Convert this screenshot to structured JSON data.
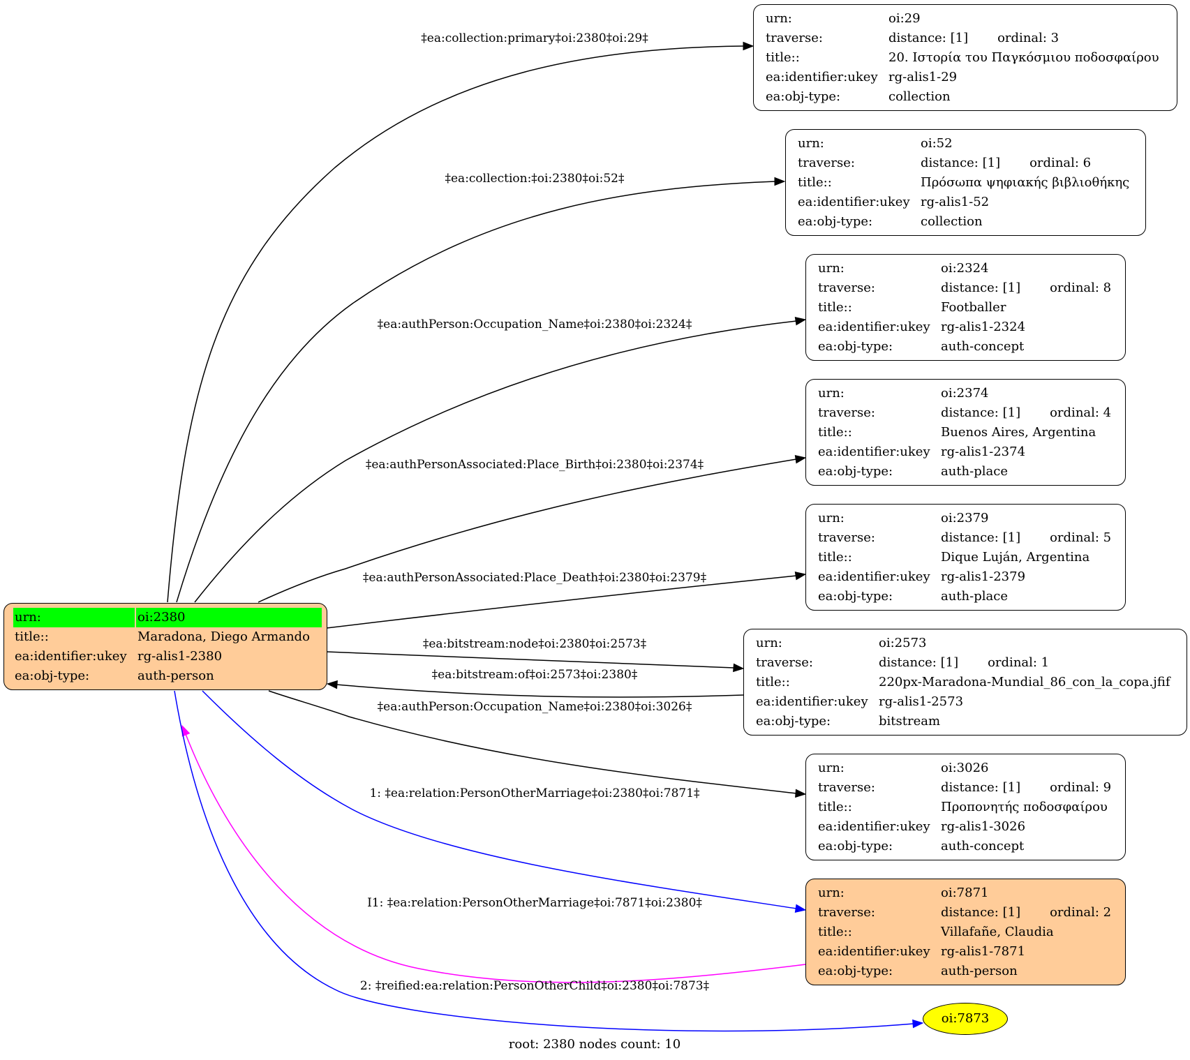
{
  "colors": {
    "root_fill": "#ffcc99",
    "highlight": "#00ff00",
    "default_node": "#ffffff",
    "leaf_ellipse": "#ffff00",
    "edge_default": "#000000",
    "edge_relation": "#0000ff",
    "edge_inverse": "#ff00ff"
  },
  "root": {
    "urn_key": "urn:",
    "urn": "oi:2380",
    "title_key": "title::",
    "title": "Maradona, Diego Armando",
    "ukey_key": "ea:identifier:ukey",
    "ukey": "rg-alis1-2380",
    "type_key": "ea:obj-type:",
    "type": "auth-person"
  },
  "nodes": [
    {
      "urn_key": "urn:",
      "urn": "oi:29",
      "traverse_key": "traverse:",
      "distance": "distance: [1]",
      "ordinal": "ordinal: 3",
      "title_key": "title::",
      "title": "20. Ιστορία του Παγκόσμιου ποδοσφαίρου",
      "ukey_key": "ea:identifier:ukey",
      "ukey": "rg-alis1-29",
      "type_key": "ea:obj-type:",
      "type": "collection"
    },
    {
      "urn_key": "urn:",
      "urn": "oi:52",
      "traverse_key": "traverse:",
      "distance": "distance: [1]",
      "ordinal": "ordinal: 6",
      "title_key": "title::",
      "title": "Πρόσωπα ψηφιακής βιβλιοθήκης",
      "ukey_key": "ea:identifier:ukey",
      "ukey": "rg-alis1-52",
      "type_key": "ea:obj-type:",
      "type": "collection"
    },
    {
      "urn_key": "urn:",
      "urn": "oi:2324",
      "traverse_key": "traverse:",
      "distance": "distance: [1]",
      "ordinal": "ordinal: 8",
      "title_key": "title::",
      "title": "Footballer",
      "ukey_key": "ea:identifier:ukey",
      "ukey": "rg-alis1-2324",
      "type_key": "ea:obj-type:",
      "type": "auth-concept"
    },
    {
      "urn_key": "urn:",
      "urn": "oi:2374",
      "traverse_key": "traverse:",
      "distance": "distance: [1]",
      "ordinal": "ordinal: 4",
      "title_key": "title::",
      "title": "Buenos Aires, Argentina",
      "ukey_key": "ea:identifier:ukey",
      "ukey": "rg-alis1-2374",
      "type_key": "ea:obj-type:",
      "type": "auth-place"
    },
    {
      "urn_key": "urn:",
      "urn": "oi:2379",
      "traverse_key": "traverse:",
      "distance": "distance: [1]",
      "ordinal": "ordinal: 5",
      "title_key": "title::",
      "title": "Dique Luján, Argentina",
      "ukey_key": "ea:identifier:ukey",
      "ukey": "rg-alis1-2379",
      "type_key": "ea:obj-type:",
      "type": "auth-place"
    },
    {
      "urn_key": "urn:",
      "urn": "oi:2573",
      "traverse_key": "traverse:",
      "distance": "distance: [1]",
      "ordinal": "ordinal: 1",
      "title_key": "title::",
      "title": "220px-Maradona-Mundial_86_con_la_copa.jfif",
      "ukey_key": "ea:identifier:ukey",
      "ukey": "rg-alis1-2573",
      "type_key": "ea:obj-type:",
      "type": "bitstream"
    },
    {
      "urn_key": "urn:",
      "urn": "oi:3026",
      "traverse_key": "traverse:",
      "distance": "distance: [1]",
      "ordinal": "ordinal: 9",
      "title_key": "title::",
      "title": "Προπονητής ποδοσφαίρου",
      "ukey_key": "ea:identifier:ukey",
      "ukey": "rg-alis1-3026",
      "type_key": "ea:obj-type:",
      "type": "auth-concept"
    },
    {
      "urn_key": "urn:",
      "urn": "oi:7871",
      "traverse_key": "traverse:",
      "distance": "distance: [1]",
      "ordinal": "ordinal: 2",
      "title_key": "title::",
      "title": "Villafañe, Claudia",
      "ukey_key": "ea:identifier:ukey",
      "ukey": "rg-alis1-7871",
      "type_key": "ea:obj-type:",
      "type": "auth-person"
    }
  ],
  "leaf": {
    "label": "oi:7873"
  },
  "edges": [
    {
      "label": "‡ea:collection:primary‡oi:2380‡oi:29‡",
      "color": "#000000"
    },
    {
      "label": "‡ea:collection:‡oi:2380‡oi:52‡",
      "color": "#000000"
    },
    {
      "label": "‡ea:authPerson:Occupation_Name‡oi:2380‡oi:2324‡",
      "color": "#000000"
    },
    {
      "label": "‡ea:authPersonAssociated:Place_Birth‡oi:2380‡oi:2374‡",
      "color": "#000000"
    },
    {
      "label": "‡ea:authPersonAssociated:Place_Death‡oi:2380‡oi:2379‡",
      "color": "#000000"
    },
    {
      "label": "‡ea:bitstream:node‡oi:2380‡oi:2573‡",
      "color": "#000000"
    },
    {
      "label": "‡ea:bitstream:of‡oi:2573‡oi:2380‡",
      "color": "#000000"
    },
    {
      "label": "‡ea:authPerson:Occupation_Name‡oi:2380‡oi:3026‡",
      "color": "#000000"
    },
    {
      "label": "1: ‡ea:relation:PersonOtherMarriage‡oi:2380‡oi:7871‡",
      "color": "#0000ff"
    },
    {
      "label": "I1: ‡ea:relation:PersonOtherMarriage‡oi:7871‡oi:2380‡",
      "color": "#ff00ff"
    },
    {
      "label": "2: ‡reified:ea:relation:PersonOtherChild‡oi:2380‡oi:7873‡",
      "color": "#0000ff"
    }
  ],
  "footer": "root: 2380 nodes count: 10"
}
